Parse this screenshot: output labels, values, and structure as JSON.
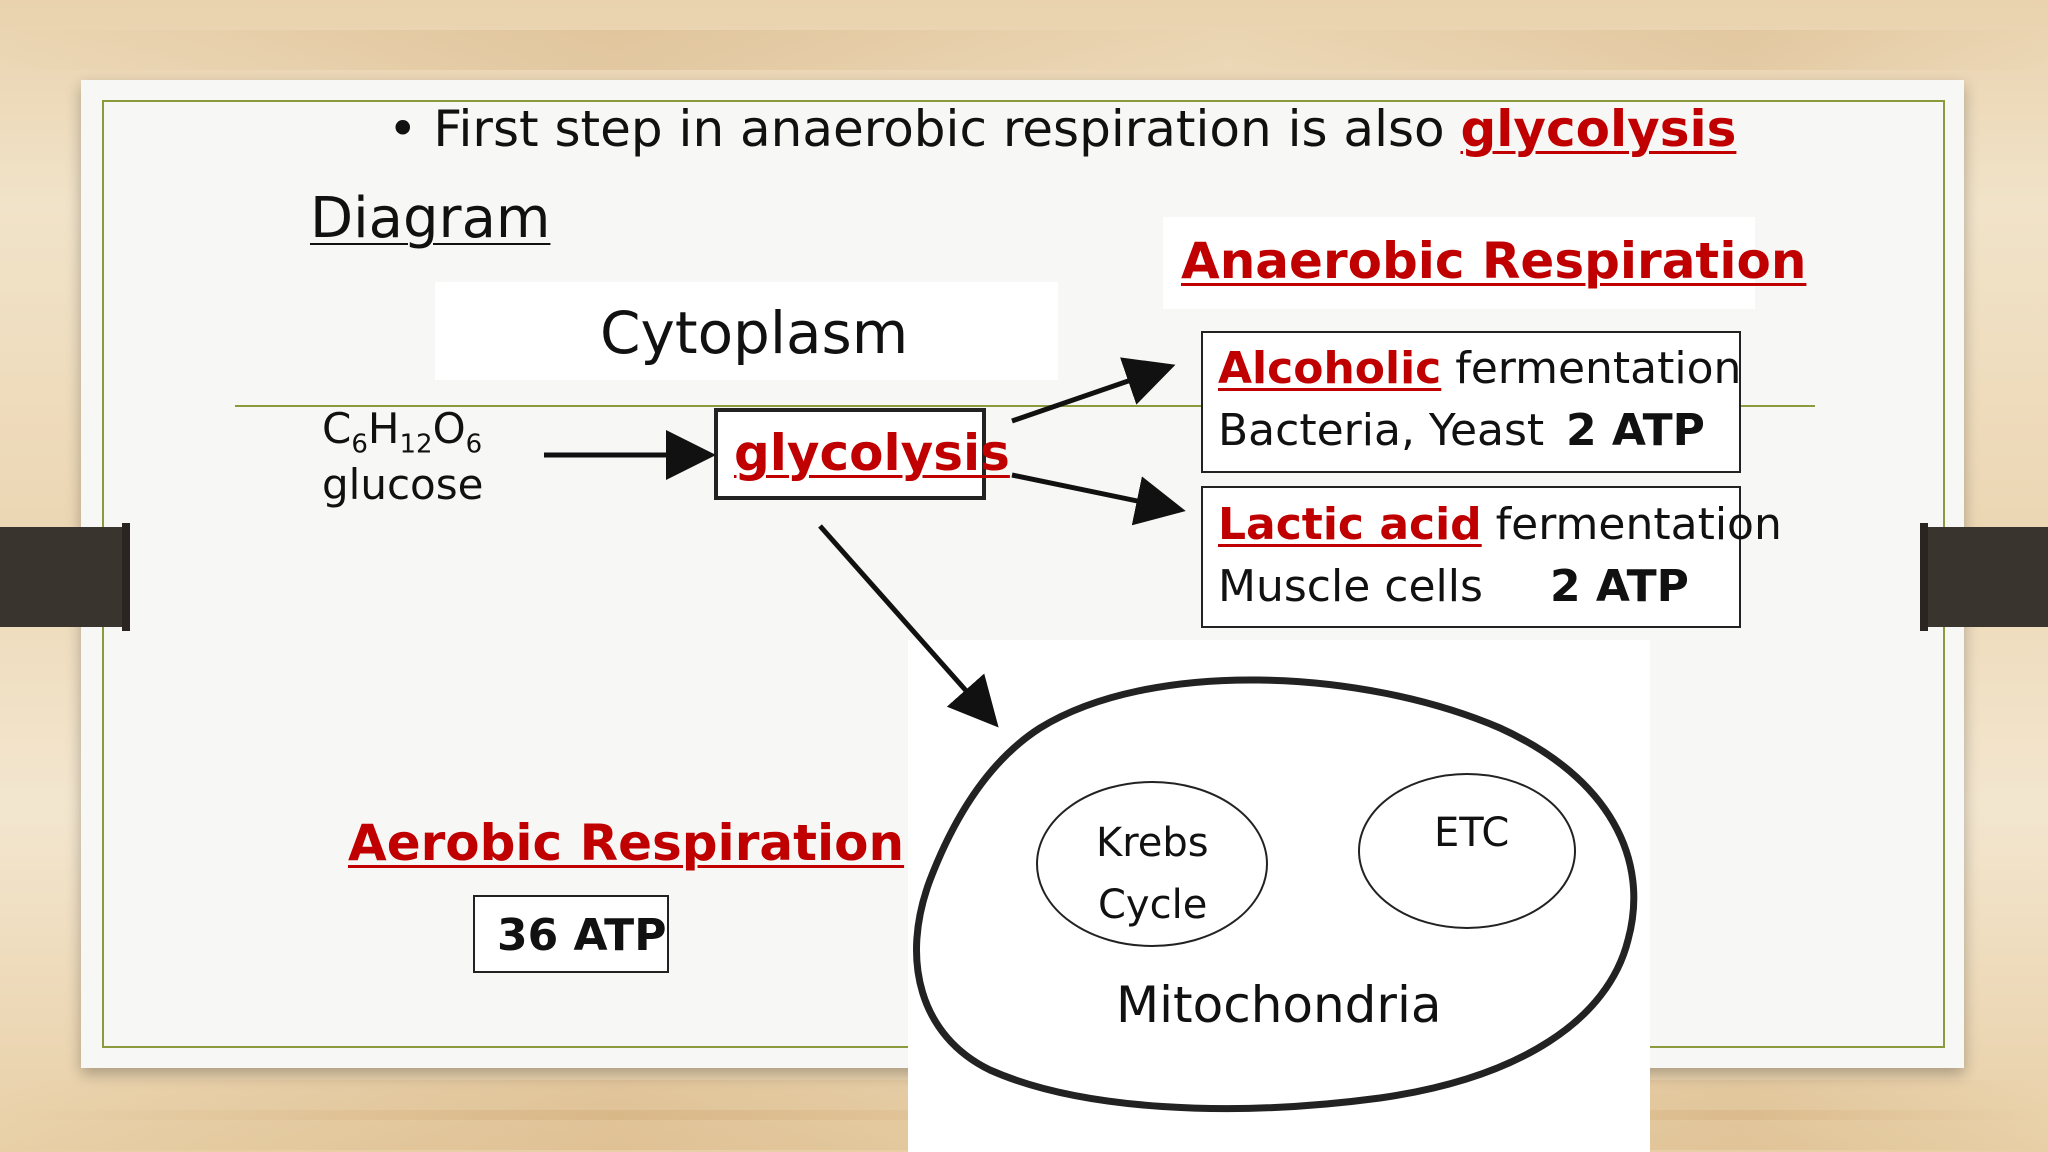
{
  "bullet": {
    "prefix": "First step in anaerobic respiration is also ",
    "highlight": "glycolysis"
  },
  "diagram_label": "Diagram",
  "cytoplasm_label": "Cytoplasm",
  "glucose": {
    "c": "C",
    "c_sub": "6",
    "h": "H",
    "h_sub": "12",
    "o": "O",
    "o_sub": "6",
    "name": "glucose"
  },
  "glycolysis_label": "glycolysis",
  "anaerobic": {
    "title": "Anaerobic Respiration",
    "alcoholic": {
      "highlight": "Alcoholic",
      "rest": " fermentation",
      "organisms": "Bacteria, Yeast",
      "atp": "2 ATP"
    },
    "lactic": {
      "highlight": "Lactic acid",
      "rest": " fermentation",
      "organisms": "Muscle cells",
      "atp": "2 ATP"
    }
  },
  "aerobic": {
    "title": "Aerobic Respiration",
    "atp": "36 ATP"
  },
  "mitochondria": {
    "label": "Mitochondria",
    "krebs_line1": "Krebs",
    "krebs_line2": "Cycle",
    "etc": "ETC"
  },
  "colors": {
    "accent_red": "#c00000",
    "frame_green": "#8a9a3c",
    "text": "#111111"
  }
}
